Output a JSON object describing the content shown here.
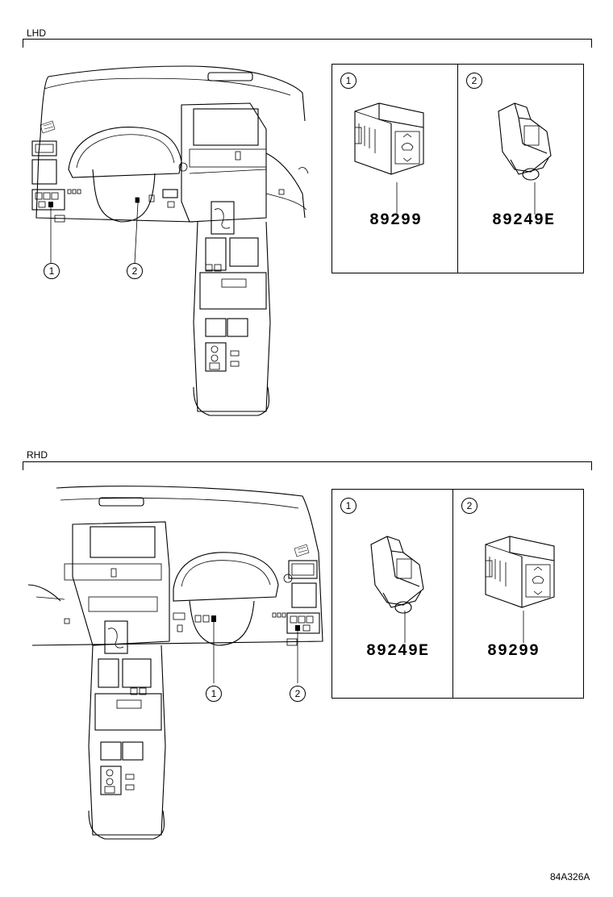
{
  "sections": [
    {
      "label": "LHD",
      "callouts": [
        {
          "num": "1",
          "part_no": "89299"
        },
        {
          "num": "2",
          "part_no": "89249E"
        }
      ],
      "locator_badges": [
        "1",
        "2"
      ]
    },
    {
      "label": "RHD",
      "callouts": [
        {
          "num": "1",
          "part_no": "89249E"
        },
        {
          "num": "2",
          "part_no": "89299"
        }
      ],
      "locator_badges": [
        "1",
        "2"
      ]
    }
  ],
  "drawing_id": "84A326A"
}
